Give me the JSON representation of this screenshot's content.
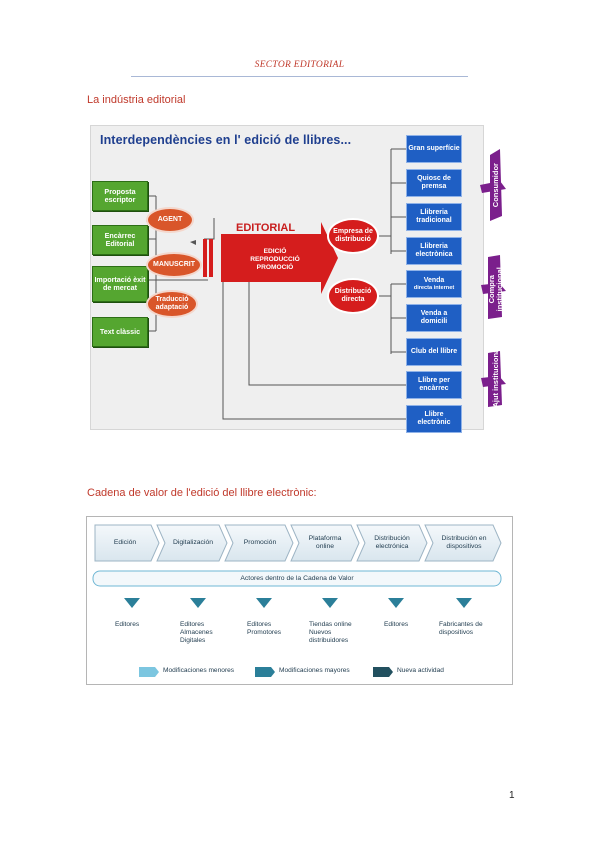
{
  "header": {
    "title": "SECTOR EDITORIAL"
  },
  "section1": {
    "title": "La indústria editorial"
  },
  "figure1": {
    "title": "Interdependències en l' edició de llibres...",
    "sources": [
      "Proposta escriptor",
      "Encàrrec Editorial",
      "Importació èxit de mercat",
      "Text clàssic"
    ],
    "agent": "AGENT",
    "manuscrit": "MANUSCRIT",
    "traduccio": "Traducció adaptació",
    "editorial": "EDITORIAL",
    "editorial_tasks": [
      "EDICIÓ",
      "REPRODUCCIÓ",
      "PROMOCIÓ"
    ],
    "empresa": "Empresa de distribució",
    "distribucio_directa": "Distribució directa",
    "channels": [
      "Gran superfície",
      "Quiosc de premsa",
      "Llibreria tradicional",
      "Llibreria electrònica",
      "Venda",
      "directa internet",
      "Venda a domicili",
      "Club del llibre",
      "Llibre per encàrrec",
      "Llibre electrònic"
    ],
    "right_labels": [
      "Consumidor",
      "Compra institucional",
      "Ajut institucional"
    ]
  },
  "section2": {
    "title": "Cadena de valor de l'edició del llibre electrònic:"
  },
  "figure2": {
    "stages": [
      "Edición",
      "Digitalización",
      "Promoción",
      "Plataforma online",
      "Distribución electrónica",
      "Distribución en dispositivos"
    ],
    "actors_title": "Actores dentro de la Cadena de Valor",
    "actors": [
      "Editores",
      "Editores Almacenes Digitales",
      "Editores Promotores",
      "Tiendas online Nuevos distribuidores",
      "Editores",
      "Fabricantes de dispositivos"
    ],
    "legend": [
      "Modificaciones menores",
      "Modificaciones mayores",
      "Nueva actividad"
    ],
    "legend_colors": [
      "#7cc6e0",
      "#2b7f99",
      "#22505f"
    ]
  },
  "page_number": "1"
}
